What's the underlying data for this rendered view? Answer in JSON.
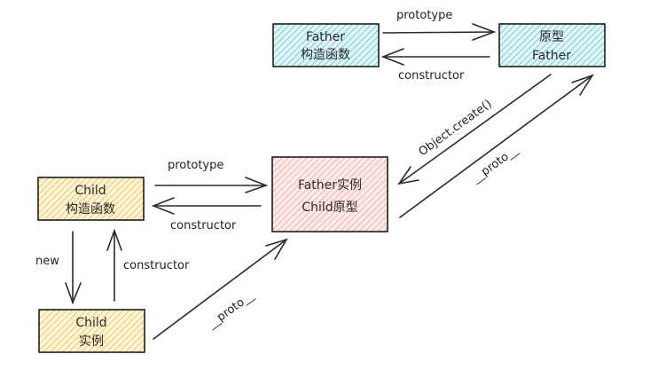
{
  "colors": {
    "father": "#a5e3ec",
    "child": "#fcd581",
    "instance": "#ffc9c9",
    "stroke": "#1e1e1e"
  },
  "nodes": {
    "father_ctor": {
      "line1": "Father",
      "line2": "构造函数"
    },
    "father_proto": {
      "line1": "原型",
      "line2": "Father"
    },
    "father_instance": {
      "line1": "Father实例",
      "line2": "Child原型"
    },
    "child_ctor": {
      "line1": "Child",
      "line2": "构造函数"
    },
    "child_instance": {
      "line1": "Child",
      "line2": "实例"
    }
  },
  "edges": {
    "top_prototype": "prototype",
    "top_constructor": "constructor",
    "object_create": "Object.create()",
    "proto_right": "__proto__",
    "mid_prototype": "prototype",
    "mid_constructor": "constructor",
    "new": "new",
    "left_constructor": "constructor",
    "proto_bottom": "__proto__"
  }
}
